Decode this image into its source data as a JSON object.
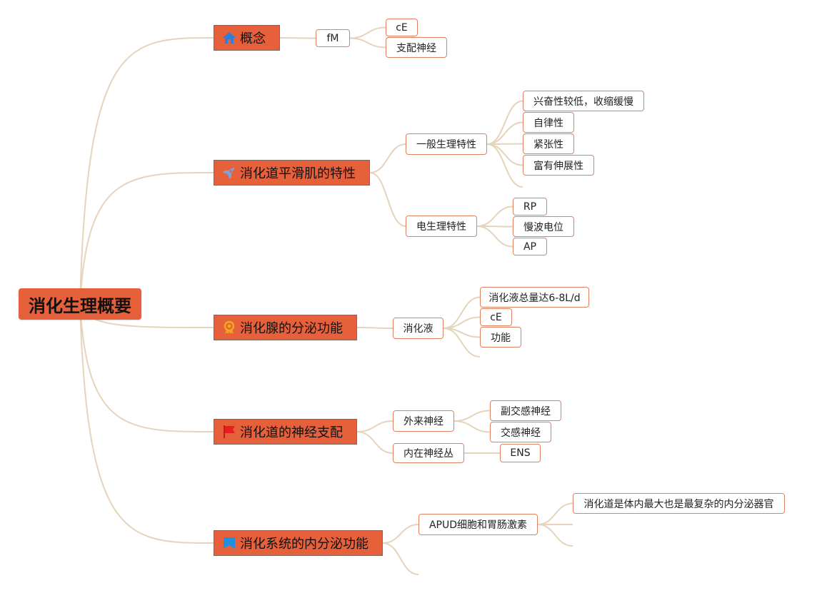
{
  "root": {
    "label": "消化生理概要"
  },
  "branches": [
    {
      "label": "概念",
      "icon": "home-icon",
      "children": [
        {
          "label": "fM",
          "children": [
            {
              "label": "cE"
            },
            {
              "label": "支配神经"
            }
          ]
        }
      ]
    },
    {
      "label": "消化道平滑肌的特性",
      "icon": "rocket-icon",
      "children": [
        {
          "label": "一般生理特性",
          "children": [
            {
              "label": "兴奋性较低，收缩缓慢"
            },
            {
              "label": "自律性"
            },
            {
              "label": "紧张性"
            },
            {
              "label": "富有伸展性"
            }
          ]
        },
        {
          "label": "电生理特性",
          "children": [
            {
              "label": "RP"
            },
            {
              "label": "慢波电位"
            },
            {
              "label": "AP"
            }
          ]
        }
      ]
    },
    {
      "label": "消化腺的分泌功能",
      "icon": "award-icon",
      "children": [
        {
          "label": "消化液",
          "children": [
            {
              "label": "消化液总量达6-8L/d"
            },
            {
              "label": "cE"
            },
            {
              "label": "功能"
            }
          ]
        }
      ]
    },
    {
      "label": "消化道的神经支配",
      "icon": "flag-icon",
      "children": [
        {
          "label": "外来神经",
          "children": [
            {
              "label": "副交感神经"
            },
            {
              "label": "交感神经"
            }
          ]
        },
        {
          "label": "内在神经丛",
          "children": [
            {
              "label": "ENS"
            }
          ]
        }
      ]
    },
    {
      "label": "消化系统的内分泌功能",
      "icon": "bookmark-icon",
      "children": [
        {
          "label": "APUD细胞和胃肠激素",
          "children": [
            {
              "label": "消化道是体内最大也是最复杂的内分泌器官"
            }
          ]
        }
      ]
    }
  ],
  "colors": {
    "topic_fill": "#e5603b",
    "node_border": "#e08060",
    "connector": "#e6d3bc"
  }
}
